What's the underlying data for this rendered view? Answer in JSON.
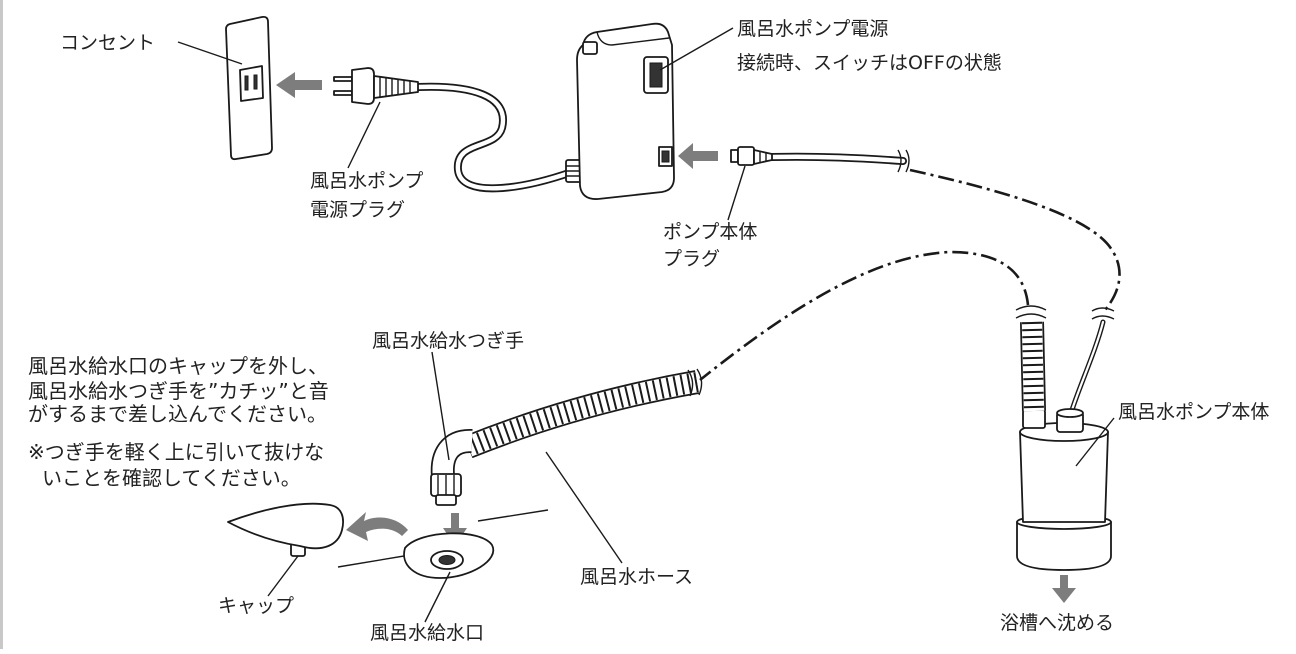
{
  "labels": {
    "outlet": "コンセント",
    "power_supply": "風呂水ポンプ電源",
    "switch_note": "接続時、スイッチはOFFの状態",
    "power_plug": [
      "風呂水ポンプ",
      "電源プラグ"
    ],
    "pump_plug": [
      "ポンプ本体",
      "プラグ"
    ],
    "joint": "風呂水給水つぎ手",
    "instruction": [
      "風呂水給水口のキャップを外し、",
      "風呂水給水つぎ手を”カチッ”と音",
      "がするまで差し込んでください。"
    ],
    "note": [
      "※つぎ手を軽く上に引いて抜けな",
      "いことを確認してください。"
    ],
    "pump_body": "風呂水ポンプ本体",
    "cap": "キャップ",
    "hose": "風呂水ホース",
    "inlet": "風呂水給水口",
    "submerge": "浴槽へ沈める"
  },
  "colors": {
    "line": "#1a1a1a",
    "arrow": "#7d7d7d",
    "background": "#ffffff"
  }
}
